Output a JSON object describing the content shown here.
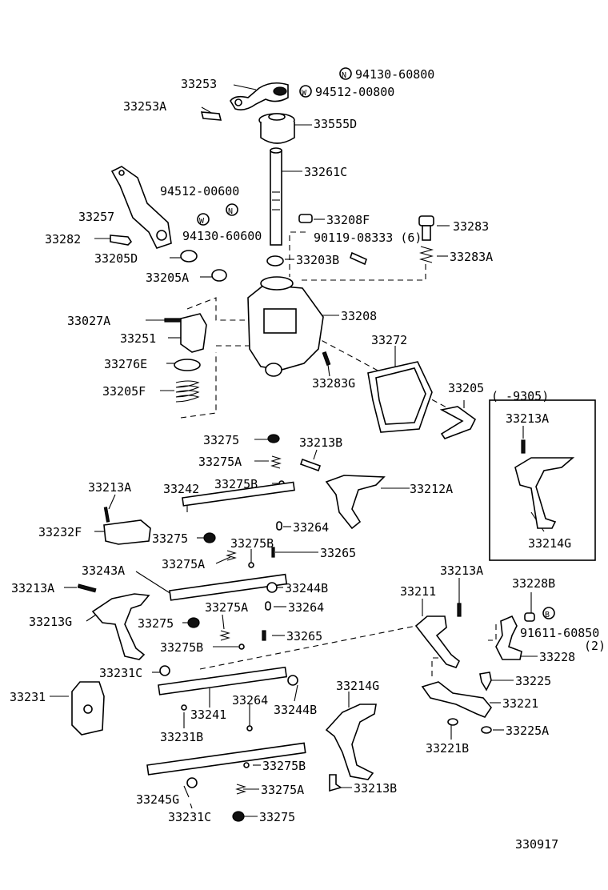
{
  "diagram_id": "330917",
  "inset_note": "(   -9305)",
  "labels": {
    "l01": "94130-60800",
    "l02": "33253",
    "l03": "94512-00800",
    "l04": "33253A",
    "l05": "33555D",
    "l06": "33261C",
    "l07": "94512-00600",
    "l08": "33257",
    "l09": "94130-60600",
    "l10": "33208F",
    "l11": "33283",
    "l12": "33282",
    "l13": "90119-08333 (6)",
    "l14": "33205D",
    "l15": "33203B",
    "l16": "33283A",
    "l17": "33205A",
    "l18": "33027A",
    "l19": "33208",
    "l20": "33251",
    "l21": "33272",
    "l22": "33276E",
    "l23": "33283G",
    "l24": "33205F",
    "l25": "33205",
    "l26": "33213A",
    "l27": "33275",
    "l28": "33213B",
    "l29": "33275A",
    "l30": "33213A",
    "l31": "33242",
    "l32": "33275B",
    "l33": "33212A",
    "l34": "33264",
    "l35": "33232F",
    "l36": "33275",
    "l37": "33275B",
    "l38": "33214G",
    "l39": "33275A",
    "l40": "33265",
    "l41": "33243A",
    "l42": "33213A",
    "l43": "33244B",
    "l44": "33213A",
    "l45": "33211",
    "l46": "33228B",
    "l47": "33213G",
    "l48": "33275A",
    "l49": "33264",
    "l50": "33275",
    "l51": "91611-60850",
    "l52": "(2)",
    "l53": "33275B",
    "l54": "33265",
    "l55": "33228",
    "l56": "33231C",
    "l57": "33225",
    "l58": "33214G",
    "l59": "33231",
    "l60": "33264",
    "l61": "33221",
    "l62": "33241",
    "l63": "33244B",
    "l64": "33231B",
    "l65": "33225A",
    "l66": "33221B",
    "l67": "33275B",
    "l68": "33213B",
    "l69": "33275A",
    "l70": "33245G",
    "l71": "33231C",
    "l72": "33275"
  },
  "symbols": {
    "nut_symbol": "N",
    "washer_symbol": "W",
    "bolt_symbol": "B"
  }
}
